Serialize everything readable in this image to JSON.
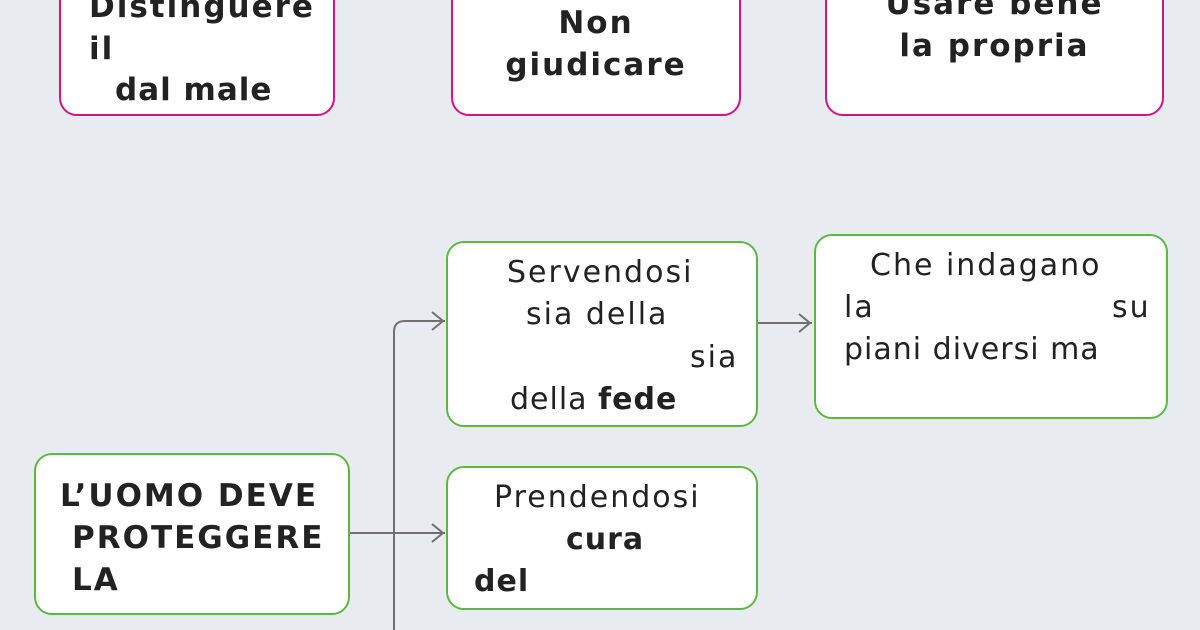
{
  "top_boxes": [
    {
      "line1": "Distinguere",
      "line2": "il",
      "line3": "dal male"
    },
    {
      "line1": "Non",
      "line2": "giudicare"
    },
    {
      "line1": "Usare bene",
      "line2": "la propria"
    }
  ],
  "main_node": {
    "line1": "L’UOMO DEVE",
    "line2": "PROTEGGERE",
    "line3": "LA"
  },
  "branch1": {
    "line1": "Servendosi",
    "line2": "sia della",
    "line3": "sia",
    "line4_prefix": "della",
    "line4_bold": "fede"
  },
  "branch1_detail": {
    "line1": "Che indagano",
    "line2a": "la",
    "line2b": "su",
    "line3": "piani diversi ma"
  },
  "branch2": {
    "line1": "Prendendosi",
    "line2": "cura",
    "line3": "del"
  },
  "colors": {
    "background": "#e8ecf1",
    "pink_border": "#d9127f",
    "green_border": "#5cb840",
    "connector": "#707070"
  }
}
